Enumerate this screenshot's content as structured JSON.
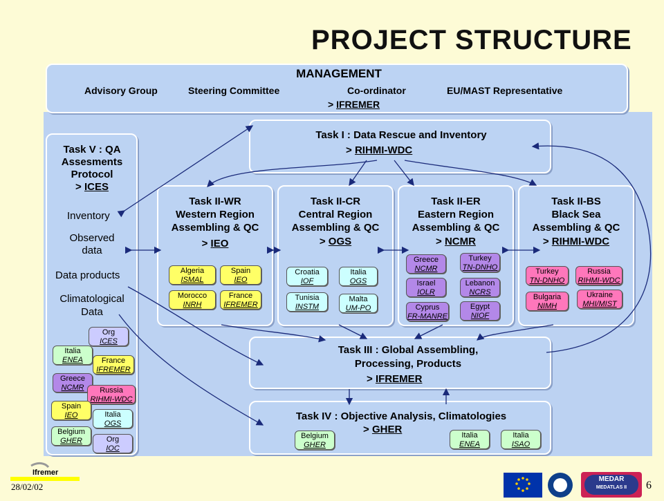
{
  "slide": {
    "title": "PROJECT STRUCTURE",
    "date": "28/02/02",
    "page_number": "6",
    "logo_ifremer": "Ifremer",
    "logo_medar_line1": "MEDAR",
    "logo_medar_line2": "MEDATLAS II"
  },
  "management": {
    "title": "MANAGEMENT",
    "advisory": "Advisory Group",
    "steering": "Steering Committee",
    "coordinator": "Co-ordinator",
    "eumast": "EU/MAST Representative",
    "lead_prefix": ">",
    "lead": "IFREMER"
  },
  "task5": {
    "line1": "Task V : QA",
    "line2": "Assesments",
    "line3": "Protocol",
    "lead_prefix": ">",
    "lead": "ICES",
    "inventory": "Inventory",
    "observed1": "Observed",
    "observed2": "data",
    "products": "Data products",
    "clim1": "Climatological",
    "clim2": "Data",
    "chips": [
      {
        "name": "Org",
        "agency": "ICES"
      },
      {
        "name": "Italia",
        "agency": "ENEA"
      },
      {
        "name": "France",
        "agency": "IFREMER"
      },
      {
        "name": "Greece",
        "agency": "NCMR"
      },
      {
        "name": "Russia",
        "agency": "RIHMI-WDC"
      },
      {
        "name": "Spain",
        "agency": "IEO"
      },
      {
        "name": "Italia",
        "agency": "OGS"
      },
      {
        "name": "Belgium",
        "agency": "GHER"
      },
      {
        "name": "Org",
        "agency": "IOC"
      }
    ]
  },
  "task1": {
    "title": "Task I : Data Rescue and Inventory",
    "lead_prefix": ">",
    "lead": "RIHMI-WDC"
  },
  "task2wr": {
    "line1": "Task II-WR",
    "line2": "Western Region",
    "line3": "Assembling  & QC",
    "lead_prefix": ">",
    "lead": "IEO",
    "chips": [
      {
        "name": "Algeria",
        "agency": "ISMAL"
      },
      {
        "name": "Spain",
        "agency": "IEO"
      },
      {
        "name": "Morocco",
        "agency": "INRH"
      },
      {
        "name": "France",
        "agency": "IFREMER"
      }
    ]
  },
  "task2cr": {
    "line1": "Task II-CR",
    "line2": "Central Region",
    "line3": "Assembling & QC",
    "lead_prefix": ">",
    "lead": "OGS",
    "chips": [
      {
        "name": "Croatia",
        "agency": "IOF"
      },
      {
        "name": "Italia",
        "agency": "OGS"
      },
      {
        "name": "Tunisia",
        "agency": "INSTM"
      },
      {
        "name": "Malta",
        "agency": "UM-PO"
      }
    ]
  },
  "task2er": {
    "line1": "Task II-ER",
    "line2": "Eastern Region",
    "line3": "Assembling & QC",
    "lead_prefix": ">",
    "lead": "NCMR",
    "chips": [
      {
        "name": "Greece",
        "agency": "NCMR"
      },
      {
        "name": "Turkey",
        "agency": "TN-DNHO"
      },
      {
        "name": "Israel",
        "agency": "IOLR"
      },
      {
        "name": "Lebanon",
        "agency": "NCRS"
      },
      {
        "name": "Cyprus",
        "agency": "FR-MANRE"
      },
      {
        "name": "Egypt",
        "agency": "NIOF"
      }
    ]
  },
  "task2bs": {
    "line1": "Task II-BS",
    "line2": "Black Sea",
    "line3": "Assembling & QC",
    "lead_prefix": ">",
    "lead": "RIHMI-WDC",
    "chips": [
      {
        "name": "Turkey",
        "agency": "TN-DNHO"
      },
      {
        "name": "Russia",
        "agency": "RIHMI-WDC"
      },
      {
        "name": "Bulgaria",
        "agency": "NIMH"
      },
      {
        "name": "Ukraine",
        "agency": "MHI/MIST"
      }
    ]
  },
  "task3": {
    "line1": "Task III : Global Assembling,",
    "line2": "Processing, Products",
    "lead_prefix": ">",
    "lead": "IFREMER"
  },
  "task4": {
    "title": "Task IV : Objective Analysis, Climatologies",
    "lead_prefix": ">",
    "lead": "GHER",
    "chips": [
      {
        "name": "Belgium",
        "agency": "GHER"
      },
      {
        "name": "Italia",
        "agency": "ENEA"
      },
      {
        "name": "Italia",
        "agency": "ISAO"
      }
    ]
  }
}
